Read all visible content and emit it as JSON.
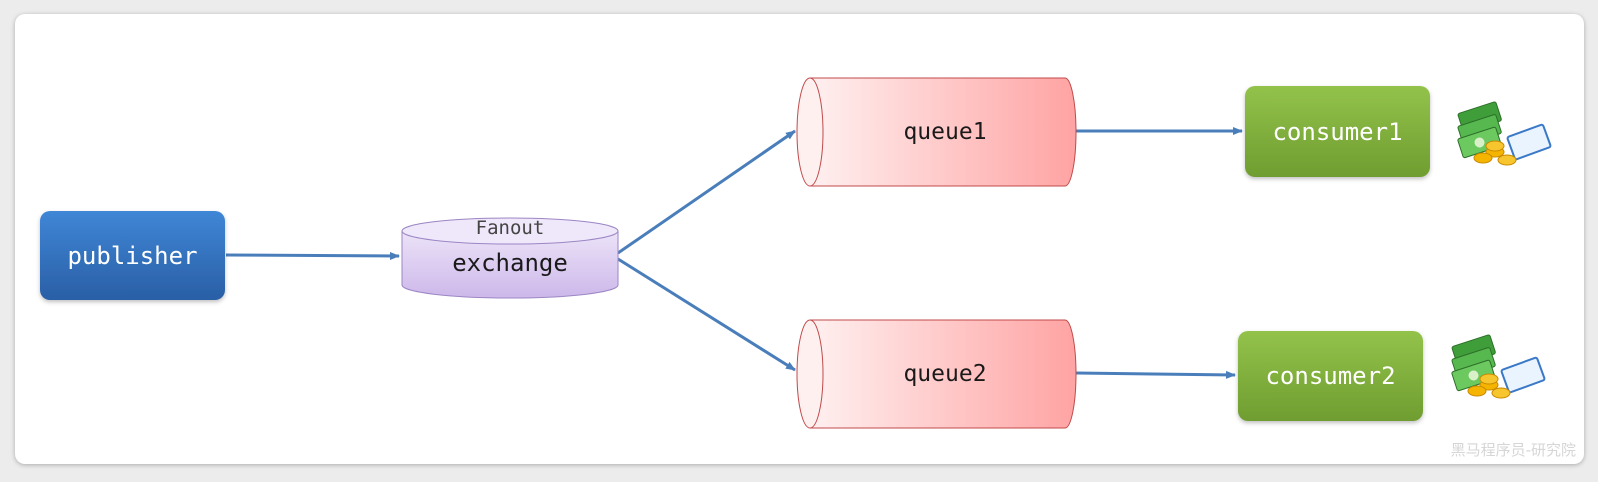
{
  "nodes": {
    "publisher": {
      "label": "publisher"
    },
    "exchange": {
      "type_label": "Fanout",
      "label": "exchange"
    },
    "queue1": {
      "label": "queue1"
    },
    "queue2": {
      "label": "queue2"
    },
    "consumer1": {
      "label": "consumer1"
    },
    "consumer2": {
      "label": "consumer2"
    }
  },
  "icons": [
    "money-icon",
    "money-icon"
  ],
  "watermark": "黑马程序员-研究院",
  "colors": {
    "publisher": "#2f6fbf",
    "exchange": "#dccdf0",
    "queue": "#ffb0b0",
    "consumer": "#82b33e",
    "arrow": "#4a7ebb"
  }
}
